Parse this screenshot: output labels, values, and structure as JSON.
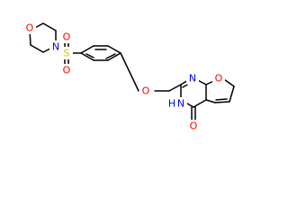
{
  "molecule": {
    "atoms": {
      "morpholine_o": "O",
      "morpholine_n": "N",
      "sulfur": "S",
      "sulfonyl_o_top": "O",
      "sulfonyl_o_bottom": "O",
      "ether_o": "O",
      "pyrimidine_n": "N",
      "pyrimidine_nh": "N",
      "pyrimidine_h": "H",
      "furan_o": "O",
      "carbonyl_o": "O"
    },
    "colors": {
      "oxygen": "#ff0000",
      "nitrogen": "#0000ff",
      "sulfur": "#cccc00",
      "carbon": "#000000"
    }
  }
}
